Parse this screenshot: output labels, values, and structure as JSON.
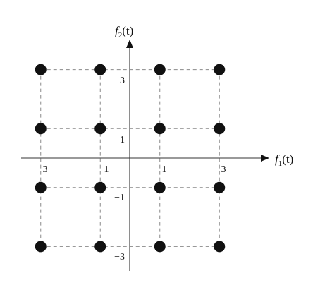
{
  "constellation": {
    "x_axis_label": {
      "base": "f",
      "sub": "1",
      "arg": "(t)"
    },
    "y_axis_label": {
      "base": "f",
      "sub": "2",
      "arg": "(t)"
    },
    "x_tick_labels": [
      "−3",
      "−1",
      "1",
      "3"
    ],
    "y_tick_labels": [
      "3",
      "1",
      "−1",
      "−3"
    ],
    "levels": [
      -3,
      -1,
      1,
      3
    ],
    "points": [
      [
        -3,
        3
      ],
      [
        -1,
        3
      ],
      [
        1,
        3
      ],
      [
        3,
        3
      ],
      [
        -3,
        1
      ],
      [
        -1,
        1
      ],
      [
        1,
        1
      ],
      [
        3,
        1
      ],
      [
        -3,
        -1
      ],
      [
        -1,
        -1
      ],
      [
        1,
        -1
      ],
      [
        3,
        -1
      ],
      [
        -3,
        -3
      ],
      [
        -1,
        -3
      ],
      [
        1,
        -3
      ],
      [
        3,
        -3
      ]
    ],
    "colors": {
      "points": "#111111",
      "grid": "#8a8a8a",
      "axes": "#333333"
    }
  }
}
